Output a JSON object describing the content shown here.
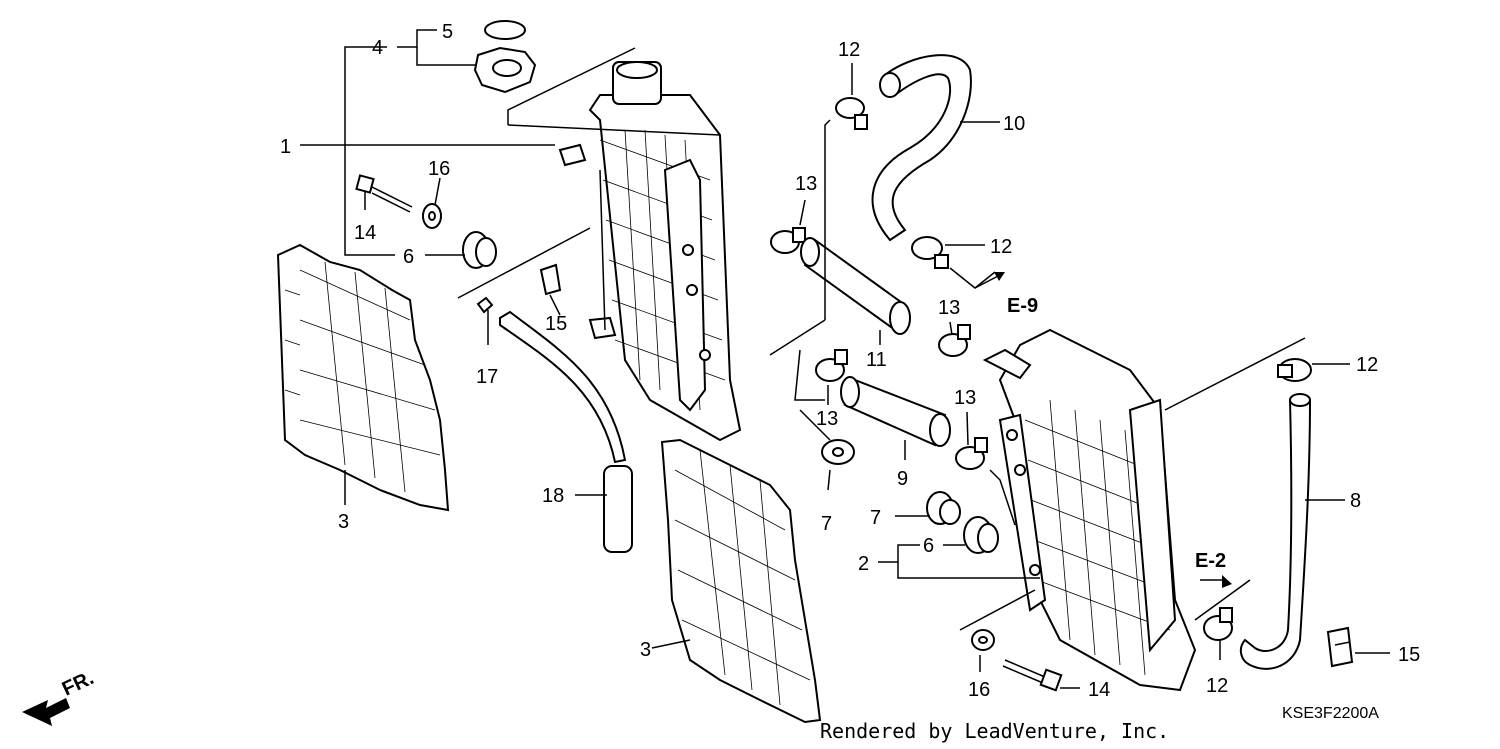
{
  "labels": {
    "p1": "1",
    "p2": "2",
    "p3a": "3",
    "p3b": "3",
    "p4": "4",
    "p5": "5",
    "p6a": "6",
    "p6b": "6",
    "p7a": "7",
    "p7b": "7",
    "p8": "8",
    "p9": "9",
    "p10": "10",
    "p11": "11",
    "p12a": "12",
    "p12b": "12",
    "p12c": "12",
    "p12d": "12",
    "p13a": "13",
    "p13b": "13",
    "p13c": "13",
    "p13d": "13",
    "p14a": "14",
    "p14b": "14",
    "p15a": "15",
    "p15b": "15",
    "p16a": "16",
    "p16b": "16",
    "p17": "17",
    "p18": "18"
  },
  "refs": {
    "e9": "E-9",
    "e2": "E-2"
  },
  "front_marker": "FR.",
  "footer": "Rendered by LeadVenture, Inc.",
  "diagram_code": "KSE3F2200A"
}
